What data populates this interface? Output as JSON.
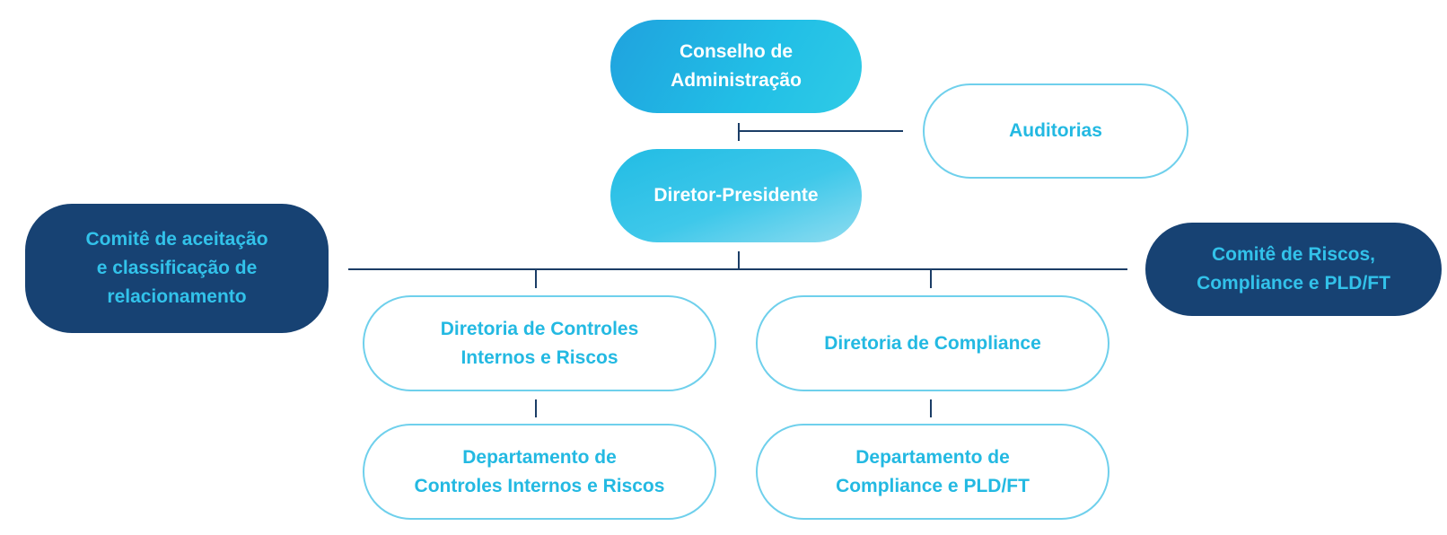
{
  "diagram": {
    "board": "Conselho de\nAdministração",
    "audits": "Auditorias",
    "ceo": "Diretor-Presidente",
    "committee_left": "Comitê de aceitação\ne classificação de\nrelacionamento",
    "committee_right": "Comitê de Riscos,\nCompliance e PLD/FT",
    "dir_controls": "Diretoria de Controles\nInternos e Riscos",
    "dir_compliance": "Diretoria de Compliance",
    "dept_controls": "Departamento de\nControles Internos e Riscos",
    "dept_compliance": "Departamento de\nCompliance e PLD/FT"
  },
  "colors": {
    "line": "#1b3d66",
    "accent_cyan": "#23b9e2",
    "dark_navy": "#174273",
    "gradient_start": "#1fa2de",
    "gradient_end": "#8fdcf0"
  }
}
